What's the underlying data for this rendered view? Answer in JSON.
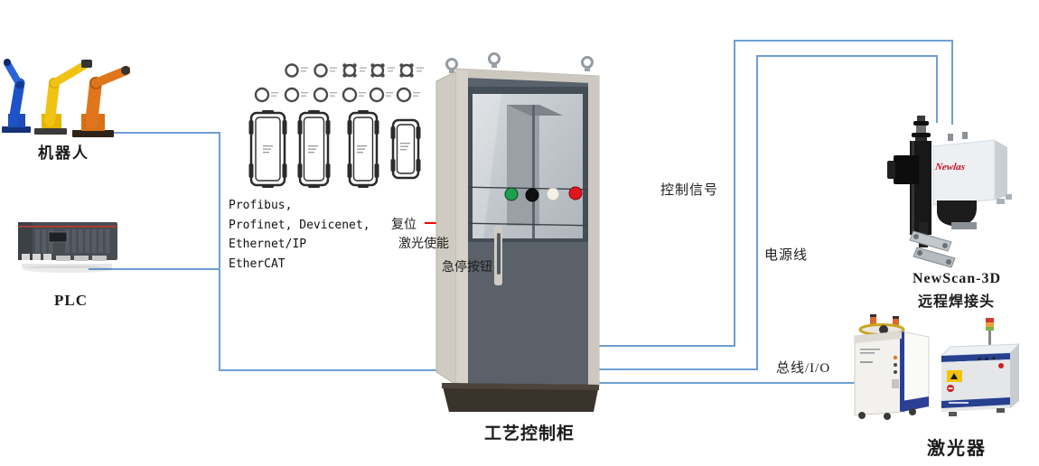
{
  "nodes": {
    "robot": {
      "label": "机器人"
    },
    "plc": {
      "label": "PLC"
    },
    "cabinet": {
      "label": "工艺控制柜"
    },
    "welding_head": {
      "brand": "Newlas",
      "name": "NewScan-3D",
      "label": "远程焊接头"
    },
    "laser": {
      "label": "激光器"
    }
  },
  "fieldbus": [
    "Profibus,",
    "Profinet, Devicenet,",
    "Ethernet/IP",
    "EtherCAT"
  ],
  "callouts": {
    "reset": "复位",
    "laser_enable": "激光使能",
    "emergency_stop": "急停按钮"
  },
  "connections": {
    "control_signal": "控制信号",
    "power_line": "电源线",
    "bus_io": "总线/I/O"
  },
  "colors": {
    "connection_blue": "#6f9ed6",
    "callout_red": "#ff0000",
    "button_green": "#1ca04c",
    "button_black": "#101010",
    "button_white": "#f3f0e7",
    "button_red": "#e3141e"
  }
}
